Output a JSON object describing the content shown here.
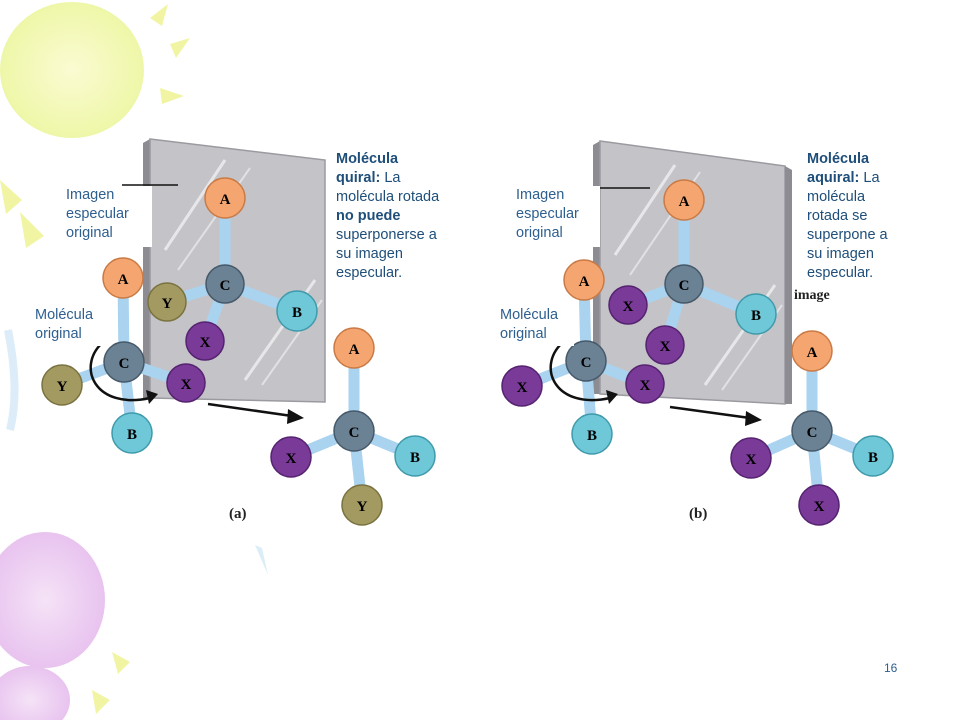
{
  "slide": {
    "page_number": "16"
  },
  "panel_a": {
    "label": "(a)",
    "caption": {
      "title": "Molécula quiral:",
      "text_1": "La molécula rotada",
      "emphasis": "no puede",
      "text_2": "superponerse a su imagen especular."
    },
    "mirror_image_label": "Imagen especular original",
    "original_label": "Molécula original",
    "mirror_atoms": {
      "center": "C",
      "top": "A",
      "right": "B",
      "left": "Y",
      "bottom": "X"
    },
    "original_atoms": {
      "center": "C",
      "top": "A",
      "bottom": "B",
      "left": "Y",
      "right": "X"
    },
    "rotated_atoms": {
      "center": "C",
      "top": "A",
      "left": "X",
      "right": "B",
      "bottom": "Y"
    }
  },
  "panel_b": {
    "label": "(b)",
    "caption": {
      "title": "Molécula aquiral:",
      "text_1": "La molécula rotada se superpone a su imagen especular."
    },
    "mirror_image_label": "Imagen especular original",
    "original_label": "Molécula original",
    "visible_fragment": "image",
    "mirror_atoms": {
      "center": "C",
      "top": "A",
      "right": "B",
      "left": "X",
      "bottom": "X"
    },
    "original_atoms": {
      "center": "C",
      "top": "A",
      "bottom": "B",
      "left": "X",
      "right": "X"
    },
    "rotated_atoms": {
      "center": "C",
      "top": "A",
      "left": "X",
      "right": "B",
      "bottom": "X"
    }
  },
  "colors": {
    "atom_A": "#f5a56f",
    "atom_B": "#6fc8d8",
    "atom_C": "#6b8294",
    "atom_X": "#7a3a98",
    "atom_Y": "#a39a62",
    "bond": "#a9d3ef",
    "mirror": "#bdbdc2",
    "caption_text": "#1e4e79"
  }
}
